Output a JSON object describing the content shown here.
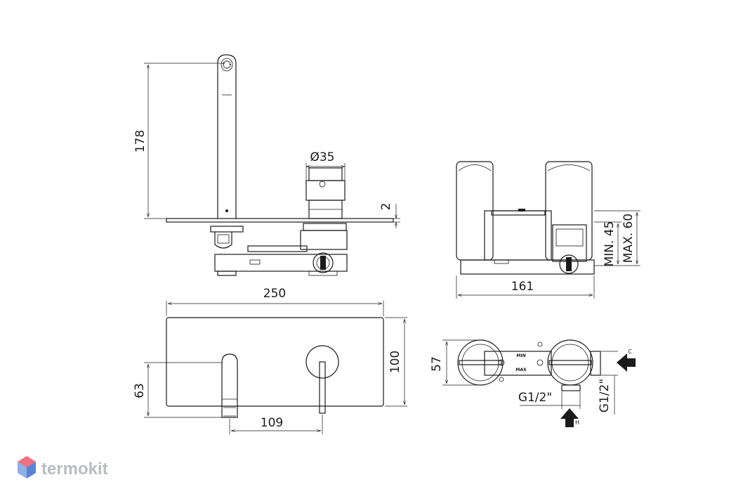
{
  "dimensions": {
    "spout_height": "178",
    "knob_diameter": "Ø35",
    "plate_thickness": "2",
    "plate_width": "250",
    "plate_height": "100",
    "spout_position": "63",
    "spout_to_knob": "109",
    "side_depth": "161",
    "min_depth": "MIN. 45",
    "max_depth": "MAX. 60",
    "body_height": "57",
    "hot_thread": "G1/2\"",
    "cold_thread": "G1/2\""
  },
  "markings": {
    "min": "MIN",
    "max": "MAX",
    "cold": "C",
    "hot": "H"
  },
  "brand": {
    "name": "termokit",
    "color": "#b9bcc1",
    "icon": "hexagon-logo-icon"
  }
}
